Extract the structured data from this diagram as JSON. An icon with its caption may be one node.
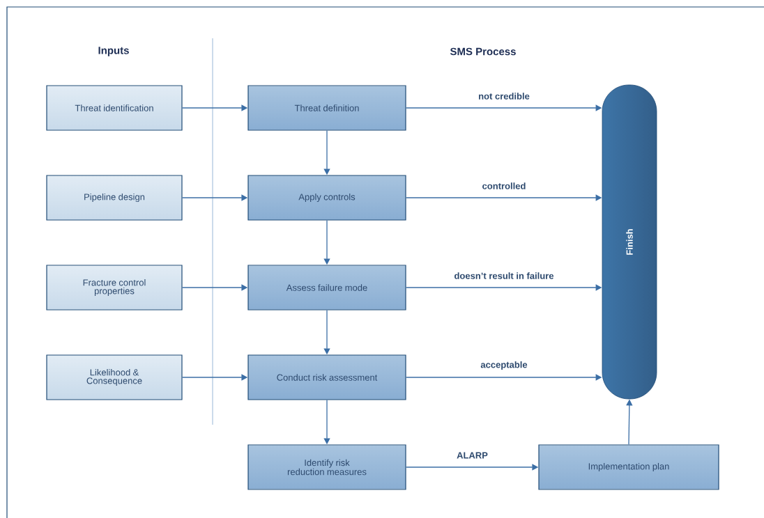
{
  "diagram": {
    "nodes": [
      {
        "text": [
          "Threat identification"
        ]
      },
      {
        "text": [
          "Threat definition"
        ]
      },
      {
        "text": [
          "Pipeline design"
        ]
      },
      {
        "text": [
          "Apply controls"
        ]
      },
      {
        "text": [
          "Fracture control properties"
        ]
      },
      {
        "text": [
          "Assess failure mode"
        ]
      },
      {
        "text": [
          "Likelihood & Consequence"
        ]
      },
      {
        "text": [
          "Conduct risk assessment"
        ]
      },
      {
        "text": [
          "Identify risk reduction measures"
        ]
      },
      {
        "text": [
          "Implementation plan"
        ]
      },
      {
        "text": [
          "Finish"
        ]
      }
    ],
    "edges": [
      {
        "from": 0,
        "to": 1,
        "arrow": "to"
      },
      {
        "from": 2,
        "to": 3,
        "arrow": "to"
      },
      {
        "from": 4,
        "to": 5,
        "arrow": "to"
      },
      {
        "from": 6,
        "to": 7,
        "arrow": "to"
      },
      {
        "from": 1,
        "to": 3,
        "arrow": "to"
      },
      {
        "from": 3,
        "to": 5,
        "arrow": "to"
      },
      {
        "from": 5,
        "to": 7,
        "arrow": "to"
      },
      {
        "from": 7,
        "to": 8,
        "arrow": "to"
      },
      {
        "from": 1,
        "to": 10,
        "label": "not credible",
        "arrow": "to"
      },
      {
        "from": 3,
        "to": 10,
        "label": "controlled",
        "arrow": "to"
      },
      {
        "from": 5,
        "to": 10,
        "label": "doesn’t result in failure",
        "arrow": "to"
      },
      {
        "from": 7,
        "to": 10,
        "label": "acceptable",
        "arrow": "to"
      },
      {
        "from": 8,
        "to": 9,
        "label": "ALARP",
        "arrow": "to"
      },
      {
        "from": 9,
        "to": 10,
        "arrow": "to"
      }
    ],
    "labels": [
      "Inputs",
      "SMS Process"
    ]
  }
}
